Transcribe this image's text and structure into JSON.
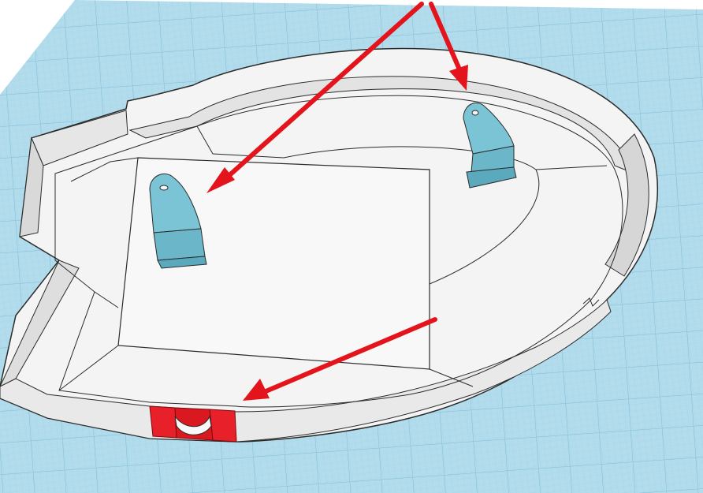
{
  "scene": {
    "description_visible_text": "",
    "objects": [
      {
        "name": "workplane-grid",
        "kind": "grid"
      },
      {
        "name": "tray-base",
        "kind": "shape"
      },
      {
        "name": "mount-tab-left",
        "kind": "shape",
        "color": "#7ac4d6"
      },
      {
        "name": "mount-tab-right",
        "kind": "shape",
        "color": "#7ac4d6"
      },
      {
        "name": "red-notch-block",
        "kind": "shape",
        "color": "#e8202a"
      }
    ],
    "colors": {
      "grid_bg": "#b2dcec",
      "grid_line": "#8fc6de",
      "tray_fill": "#f4f4f4",
      "tray_edge": "#2b2b2b",
      "wall_shade": "#dcdcdc",
      "tab_color": "#7ac4d6",
      "tab_dark": "#5aa9bd",
      "red_block": "#e8202a",
      "arrow_red": "#e3141b"
    },
    "annotations": [
      {
        "name": "arrow-to-left-tab",
        "kind": "arrow"
      },
      {
        "name": "arrow-to-right-tab",
        "kind": "arrow"
      },
      {
        "name": "arrow-to-red-notch",
        "kind": "arrow"
      }
    ]
  }
}
